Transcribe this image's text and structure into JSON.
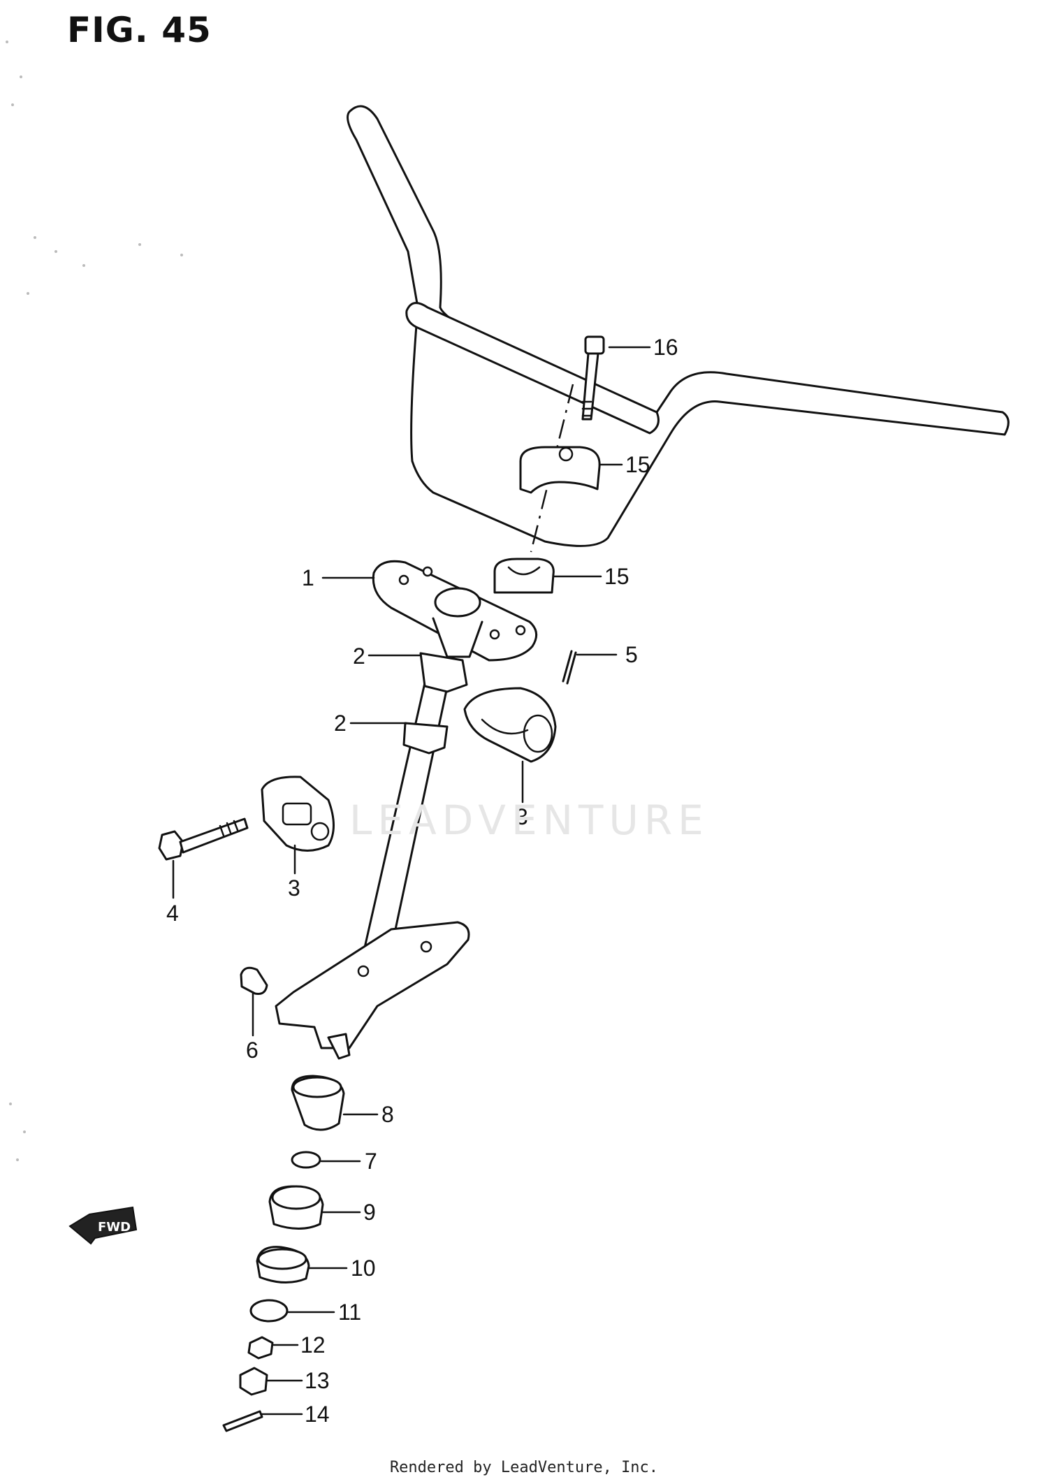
{
  "figure": {
    "title": "FIG. 45"
  },
  "watermark": {
    "text": "LEADVENTURE"
  },
  "footer": {
    "text": "Rendered by LeadVenture, Inc."
  },
  "fwd_label": "FWD",
  "callouts": {
    "c1": "1",
    "c2a": "2",
    "c2b": "2",
    "c3a": "3",
    "c3b": "3",
    "c4": "4",
    "c5": "5",
    "c6": "6",
    "c7": "7",
    "c8": "8",
    "c9": "9",
    "c10": "10",
    "c11": "11",
    "c12": "12",
    "c13": "13",
    "c14": "14",
    "c15a": "15",
    "c15b": "15",
    "c16": "16"
  }
}
